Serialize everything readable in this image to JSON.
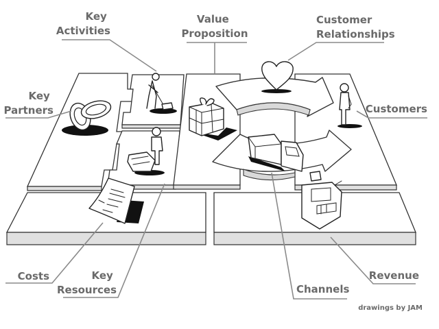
{
  "diagram": {
    "title": "Business Model Canvas",
    "labels": {
      "key_activities": [
        "Key",
        "Activities"
      ],
      "value_proposition": [
        "Value",
        "Proposition"
      ],
      "customer_relationships": [
        "Customer",
        "Relationships"
      ],
      "key_partners": [
        "Key",
        "Partners"
      ],
      "customers": [
        "Customers"
      ],
      "costs": [
        "Costs"
      ],
      "key_resources": [
        "Key",
        "Resources"
      ],
      "channels": [
        "Channels"
      ],
      "revenue": [
        "Revenue"
      ]
    },
    "credit": "drawings by JAM",
    "icons": {
      "key_partners": "chain-rings-icon",
      "key_activities": "digging-person-icon",
      "key_resources": "person-with-machine-icon",
      "value_proposition": "gift-box-icon",
      "customer_relationships": "heart-icon",
      "channels": "delivery-truck-icon",
      "customers": "standing-person-icon",
      "costs": "invoice-document-icon",
      "revenue": "cash-register-icon"
    },
    "colors": {
      "label_text": "#6a6a6a",
      "leader_line": "#8a8a8a",
      "board_edge": "#e0e0e0",
      "ink": "#222222"
    }
  }
}
